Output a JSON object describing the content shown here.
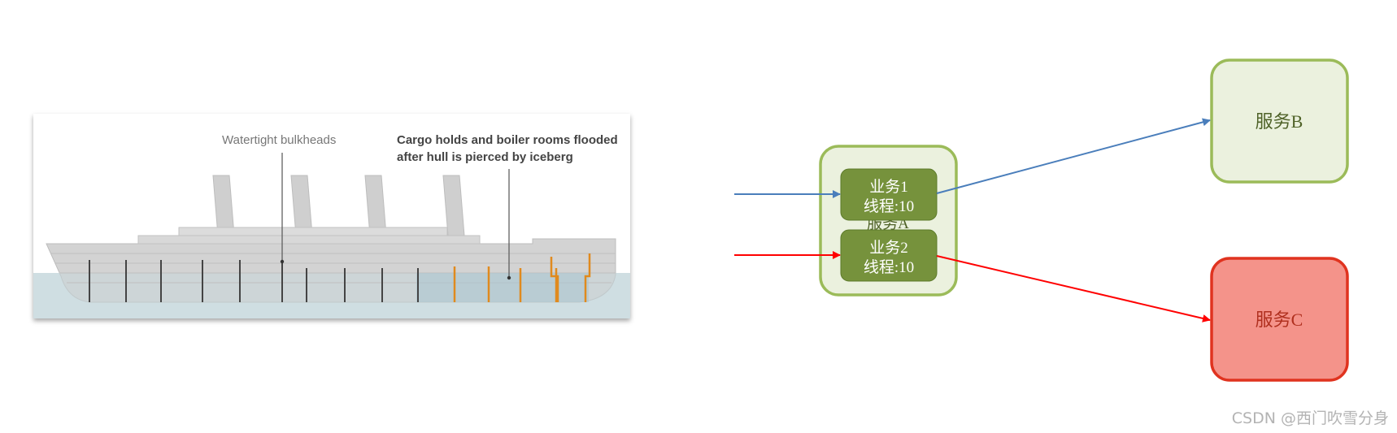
{
  "illustration": {
    "label_bulkheads": "Watertight bulkheads",
    "label_flooded_line1": "Cargo holds and boiler rooms flooded",
    "label_flooded_line2": "after hull is pierced by iceberg"
  },
  "diagram": {
    "service_a": {
      "label": "服务A"
    },
    "task1": {
      "name": "业务1",
      "threads": "线程:10"
    },
    "task2": {
      "name": "业务2",
      "threads": "线程:10"
    },
    "service_b": {
      "label": "服务B"
    },
    "service_c": {
      "label": "服务C"
    }
  },
  "colors": {
    "blue_arrow": "#4a7ebb",
    "red_arrow": "#ff0000",
    "green_border": "#9bbb59",
    "light_green_fill": "#ebf1de",
    "dark_green_fill": "#76923c",
    "service_c_fill": "#f4938a",
    "service_c_border": "#e0331f",
    "flooded_bulkhead": "#e08a1e"
  },
  "watermark": "CSDN @西门吹雪分身"
}
